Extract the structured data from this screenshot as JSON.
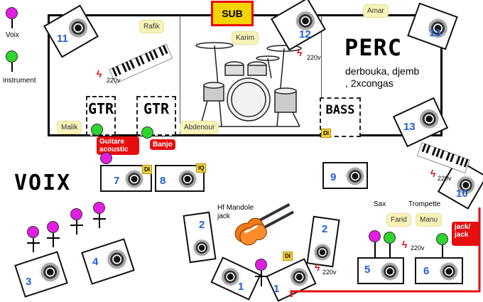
{
  "legend": {
    "voice_label": "Voix",
    "instrument_label": "instrument"
  },
  "stage": {
    "sub_label": "SUB",
    "perc_title": "PERC",
    "perc_desc_line1": "derbouka, djemb",
    "perc_desc_line2": ", 2xcongas",
    "gtr_label": "GTR",
    "gtr2_label": "GTR",
    "bass_label": "BASS"
  },
  "voix_title": "VOIX",
  "callouts": {
    "rafik": "Rafik",
    "karim": "Karim",
    "amar": "Amar",
    "malik": "Malik",
    "abdenour": "Abdenour",
    "farid": "Farid",
    "manu": "Manu"
  },
  "red_labels": {
    "guitare": "Guitare acoustic",
    "banjo": "Banjo",
    "jack": "jack/ jack"
  },
  "monitor_numbers": [
    "11",
    "12",
    "13",
    "13",
    "7",
    "8",
    "9",
    "10",
    "2",
    "2",
    "3",
    "4",
    "1",
    "1",
    "5",
    "6"
  ],
  "di_labels": {
    "di": "DI",
    "di2": "DI",
    "di3": "DI",
    "iq": "IQ"
  },
  "voltage": "220v",
  "misc_text": {
    "hf_line1": "Hf Mandole",
    "hf_line2": "jack",
    "sax": "Sax",
    "trompette": "Trompette"
  },
  "colors": {
    "voice_mic": "#e41de4",
    "instrument_mic": "#2ed52e",
    "accent_red": "#e60e0e",
    "number_blue": "#1f5fd6"
  }
}
